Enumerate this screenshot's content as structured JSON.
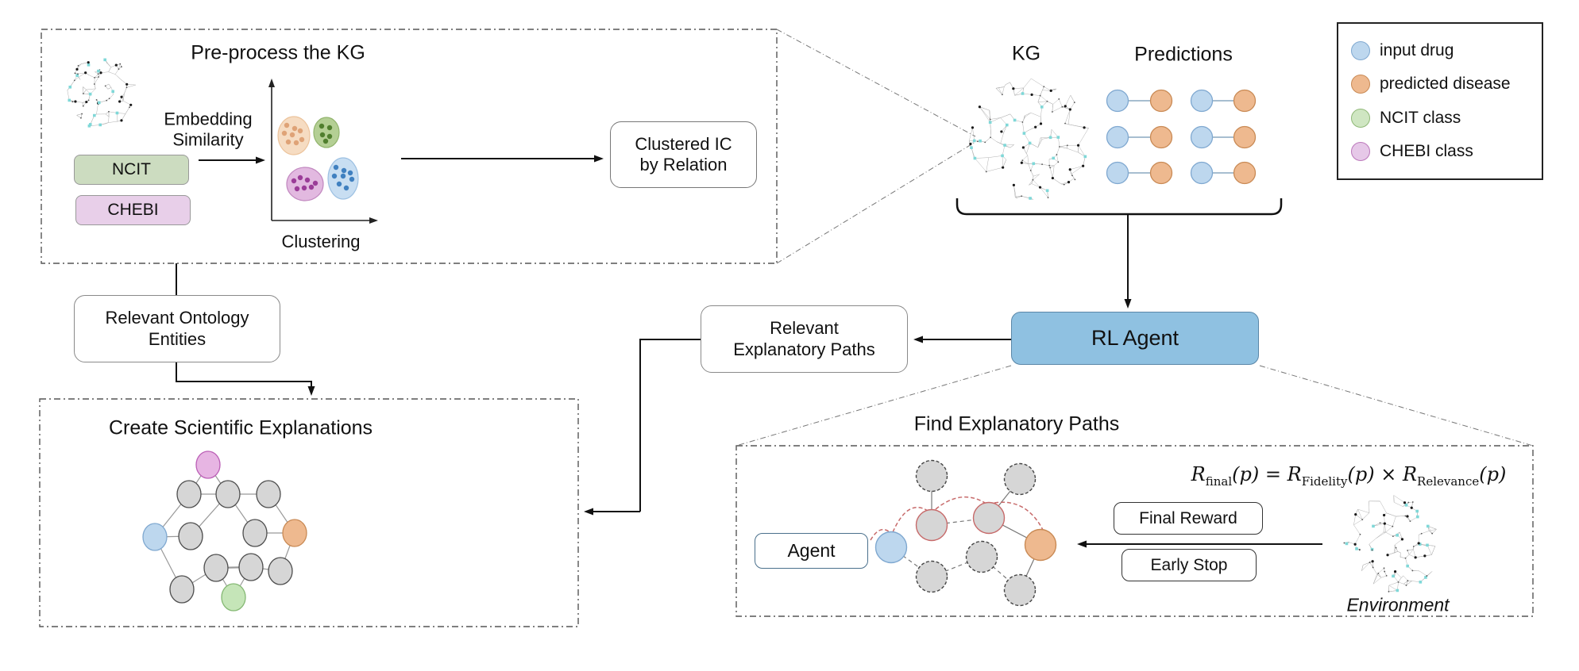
{
  "colors": {
    "rl_agent_fill": "#8fc1e1",
    "input_drug_fill": "#bdd7ee",
    "input_drug_stroke": "#7fa8d0",
    "predicted_disease_fill": "#eeb98f",
    "predicted_disease_stroke": "#c98a55",
    "gray_node_fill": "#d6d6d6",
    "gray_node_stroke": "#4d4d4d",
    "green_node_fill": "#c5e5b8",
    "green_node_stroke": "#84b873",
    "pink_node_fill": "#e7b5e3",
    "pink_node_stroke": "#bb5fb6",
    "path_red": "#c76a6a",
    "kg_cyan": "#7fd8d8",
    "edge_gray": "#8f8f8f"
  },
  "preprocess": {
    "title": "Pre-process the KG",
    "ncit": "NCIT",
    "chebi": "CHEBI",
    "edge_label_line1": "Embedding",
    "edge_label_line2": "Similarity",
    "plot_label": "Clustering",
    "output_line1": "Clustered IC",
    "output_line2": "by Relation"
  },
  "kg_block": {
    "kg": "KG",
    "predictions": "Predictions"
  },
  "legend": {
    "items": [
      {
        "label": "input drug",
        "fill": "#bdd7ee",
        "stroke": "#7fa8d0"
      },
      {
        "label": "predicted disease",
        "fill": "#eeb98f",
        "stroke": "#c98a55"
      },
      {
        "label": "NCIT class",
        "fill": "#cfe6c2",
        "stroke": "#8fb877"
      },
      {
        "label": "CHEBI class",
        "fill": "#e6c8e8",
        "stroke": "#bb77bb"
      }
    ]
  },
  "flow": {
    "roe_line1": "Relevant Ontology",
    "roe_line2": "Entities",
    "rep_line1": "Relevant",
    "rep_line2": "Explanatory Paths",
    "rl_agent": "RL Agent"
  },
  "create": {
    "title": "Create Scientific Explanations"
  },
  "find": {
    "title": "Find Explanatory Paths",
    "agent": "Agent",
    "final_reward": "Final Reward",
    "early_stop": "Early Stop",
    "environment": "Environment",
    "formula": {
      "R": "R",
      "sub_final": "final",
      "sub_fidelity": "Fidelity",
      "sub_relevance": "Relevance",
      "p": "(p)",
      "eq": "=",
      "times": "×"
    }
  }
}
